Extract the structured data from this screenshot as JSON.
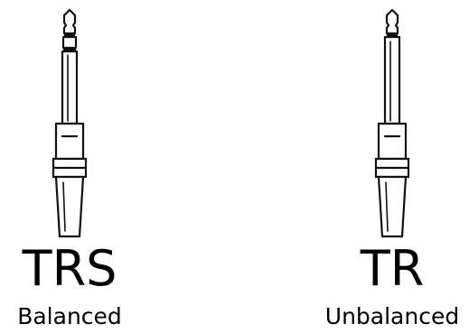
{
  "connectors": [
    {
      "type": "TRS",
      "description": "Balanced",
      "icon": "trs-plug-icon"
    },
    {
      "type": "TR",
      "description": "Unbalanced",
      "icon": "tr-plug-icon"
    }
  ]
}
